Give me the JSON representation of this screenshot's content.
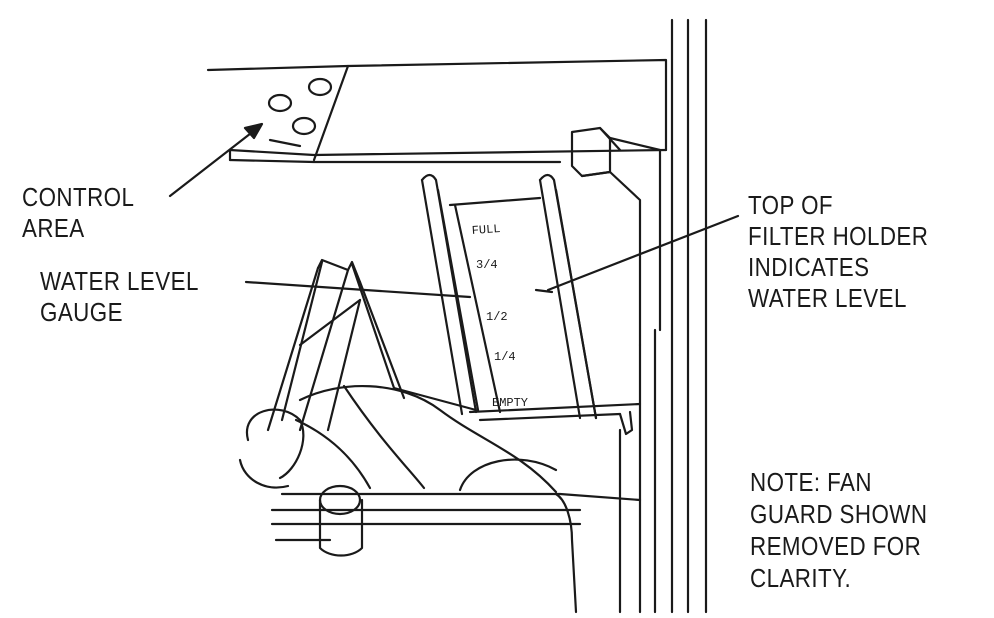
{
  "labels": {
    "control_area": [
      "CONTROL",
      "AREA"
    ],
    "water_level_gauge": [
      "WATER LEVEL",
      "GAUGE"
    ],
    "top_of_filter_holder": [
      "TOP OF",
      "FILTER HOLDER",
      "INDICATES",
      "WATER LEVEL"
    ],
    "note": [
      "NOTE: FAN",
      "GUARD SHOWN",
      "REMOVED FOR",
      "CLARITY."
    ]
  },
  "gauge_marks": [
    "FULL",
    "3/4",
    "1/2",
    "1/4",
    "EMPTY"
  ]
}
